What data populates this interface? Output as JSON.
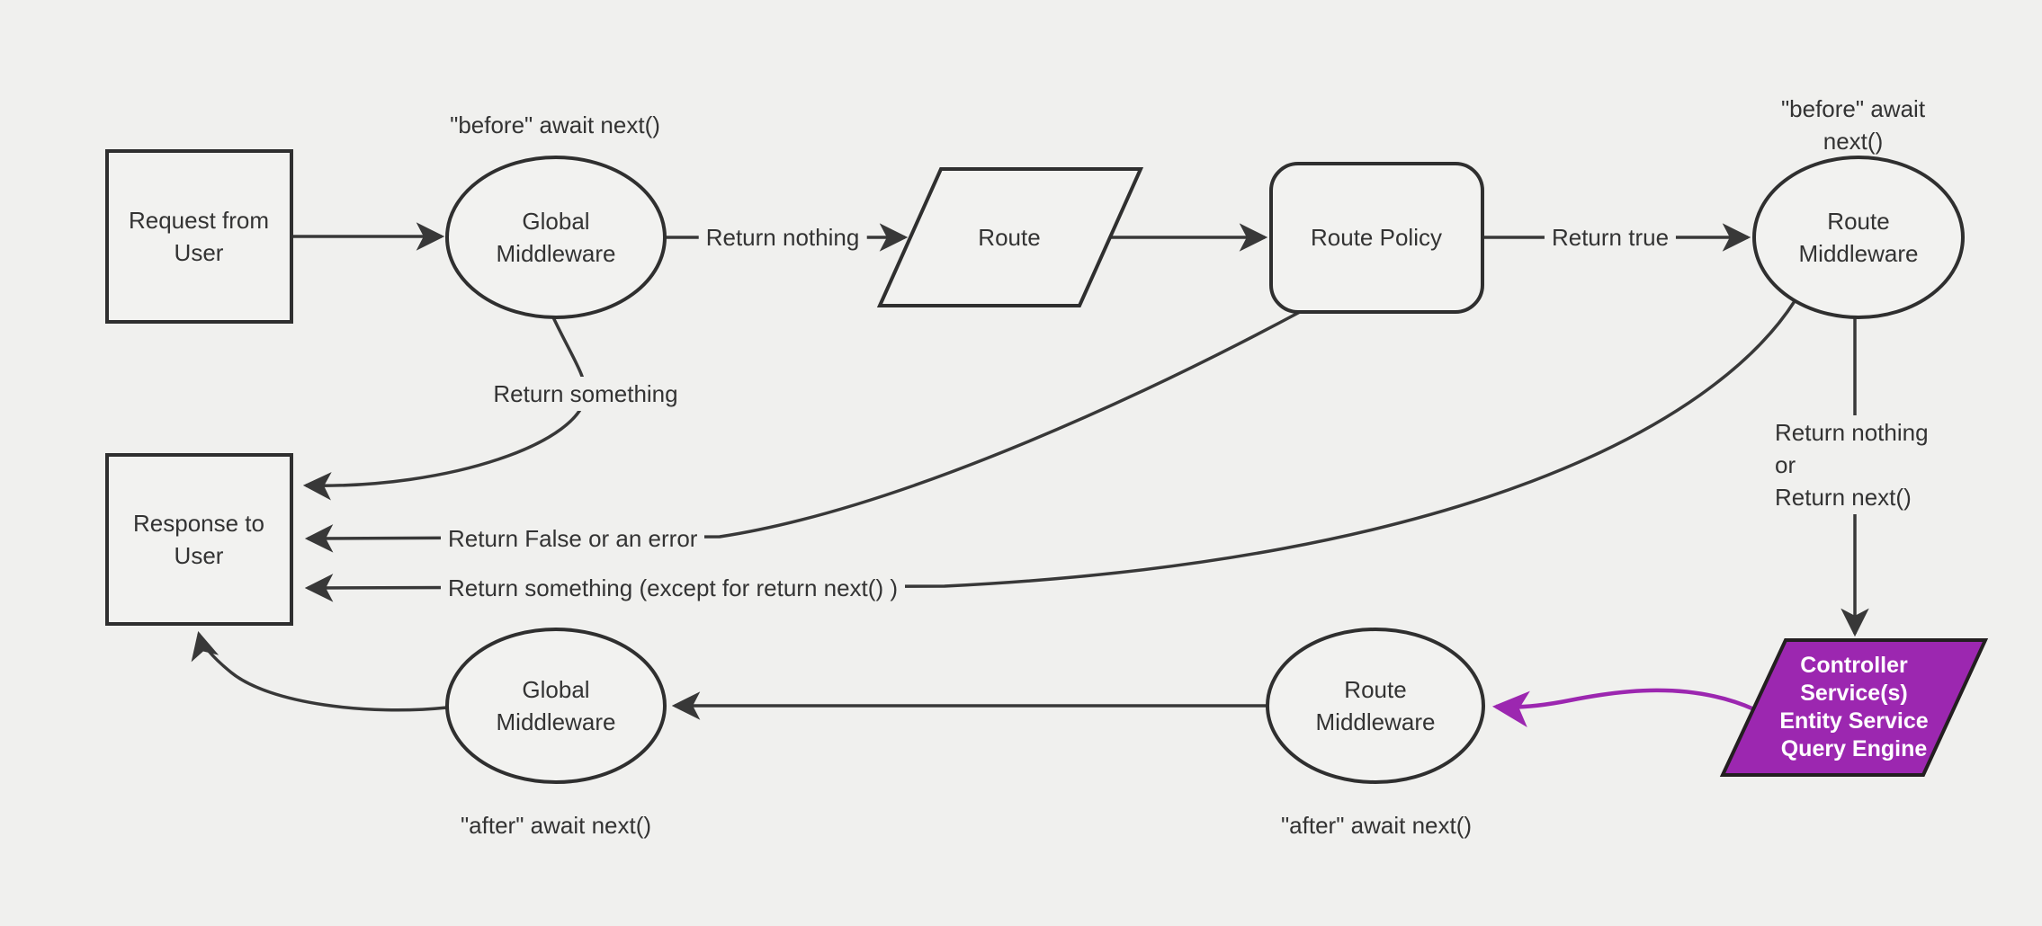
{
  "background": "#f0f0ee",
  "stroke_color": "#383838",
  "accent_purple": "#9c27b0",
  "nodes": {
    "request": {
      "label": "Request from\nUser"
    },
    "global_middleware_top": {
      "label": "Global\nMiddleware"
    },
    "route": {
      "label": "Route"
    },
    "route_policy": {
      "label": "Route Policy"
    },
    "route_middleware_top": {
      "label": "Route\nMiddleware"
    },
    "controller_services": {
      "label": "Controller\nService(s)\nEntity Service\nQuery Engine"
    },
    "route_middleware_bottom": {
      "label": "Route\nMiddleware"
    },
    "global_middleware_bottom": {
      "label": "Global\nMiddleware"
    },
    "response": {
      "label": "Response to\nUser"
    }
  },
  "annotations": {
    "before_next_left": "\"before\" await next()",
    "before_next_right": "\"before\" await next()",
    "after_next_left": "\"after\" await next()",
    "after_next_right": "\"after\" await next()"
  },
  "edge_labels": {
    "return_nothing": "Return nothing",
    "return_true": "Return true",
    "return_nothing_or_next": "Return nothing\nor\nReturn next()",
    "return_something": "Return something",
    "return_false_or_error": "Return False or an error",
    "return_something_except": "Return something (except for return next() )"
  }
}
